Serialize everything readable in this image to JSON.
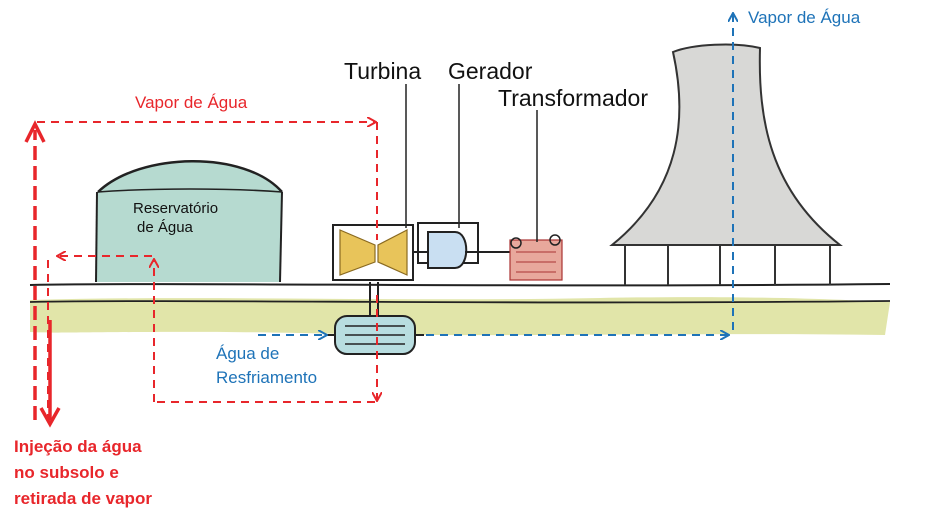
{
  "diagram": {
    "labels": {
      "steam_top_right": "Vapor de Água",
      "steam_left": "Vapor de Água",
      "turbine": "Turbina",
      "generator": "Gerador",
      "transformer": "Transformador",
      "reservoir_line1": "Reservatório",
      "reservoir_line2": "de Água",
      "cooling_line1": "Água de",
      "cooling_line2": "Resfriamento",
      "injection_line1": "Injeção da água",
      "injection_line2": "no subsolo e",
      "injection_line3": "retirada de vapor"
    },
    "colors": {
      "steam_red": "#e8262b",
      "cooling_blue": "#1e73b8",
      "reservoir": "#a9d3c8",
      "turbine": "#e8c45a",
      "generator": "#c9dff2",
      "transformer": "#e8a89c",
      "tower": "#d8d8d6",
      "ground": "#d7dc8c"
    }
  }
}
